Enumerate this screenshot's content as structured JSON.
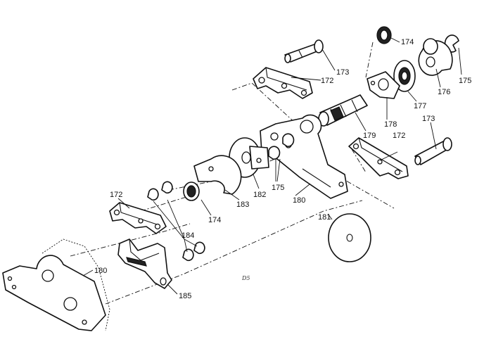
{
  "diagram": {
    "labels": {
      "l174a": "174",
      "l173a": "173",
      "l172a": "172",
      "l175a": "175",
      "l176": "176",
      "l177": "177",
      "l178": "178",
      "l179": "179",
      "l172b": "172",
      "l173b": "173",
      "l182": "182",
      "l175b": "175",
      "l183": "183",
      "l174b": "174",
      "l180a": "180",
      "l181": "181",
      "l172c": "172",
      "l184": "184",
      "l180b": "180",
      "l185": "185",
      "code": "D5"
    }
  }
}
